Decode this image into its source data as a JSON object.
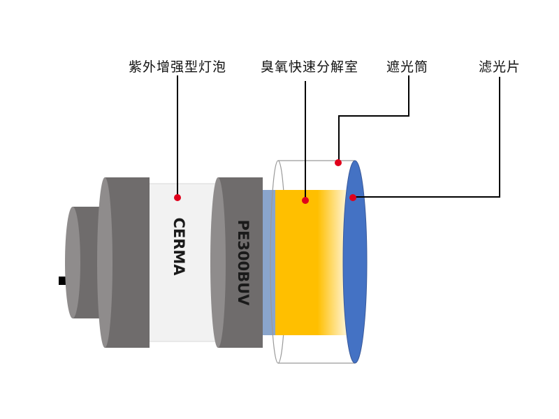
{
  "labels": {
    "uv_lamp": "紫外增强型灯泡",
    "ozone_chamber": "臭氧快速分解室",
    "light_tube": "遮光筒",
    "filter": "滤光片"
  },
  "lamp_text": {
    "brand": "CERMA",
    "model": "PE300BUV"
  },
  "colors": {
    "dark_gray": "#6f6c6c",
    "mid_gray": "#8f8c8c",
    "lamp_white": "#f2f2f2",
    "yellow": "#ffbf00",
    "filter_blue": "#4472c4",
    "connector_blue": "#8aa5cc",
    "marker_red": "#e0001b",
    "line": "#000000"
  }
}
